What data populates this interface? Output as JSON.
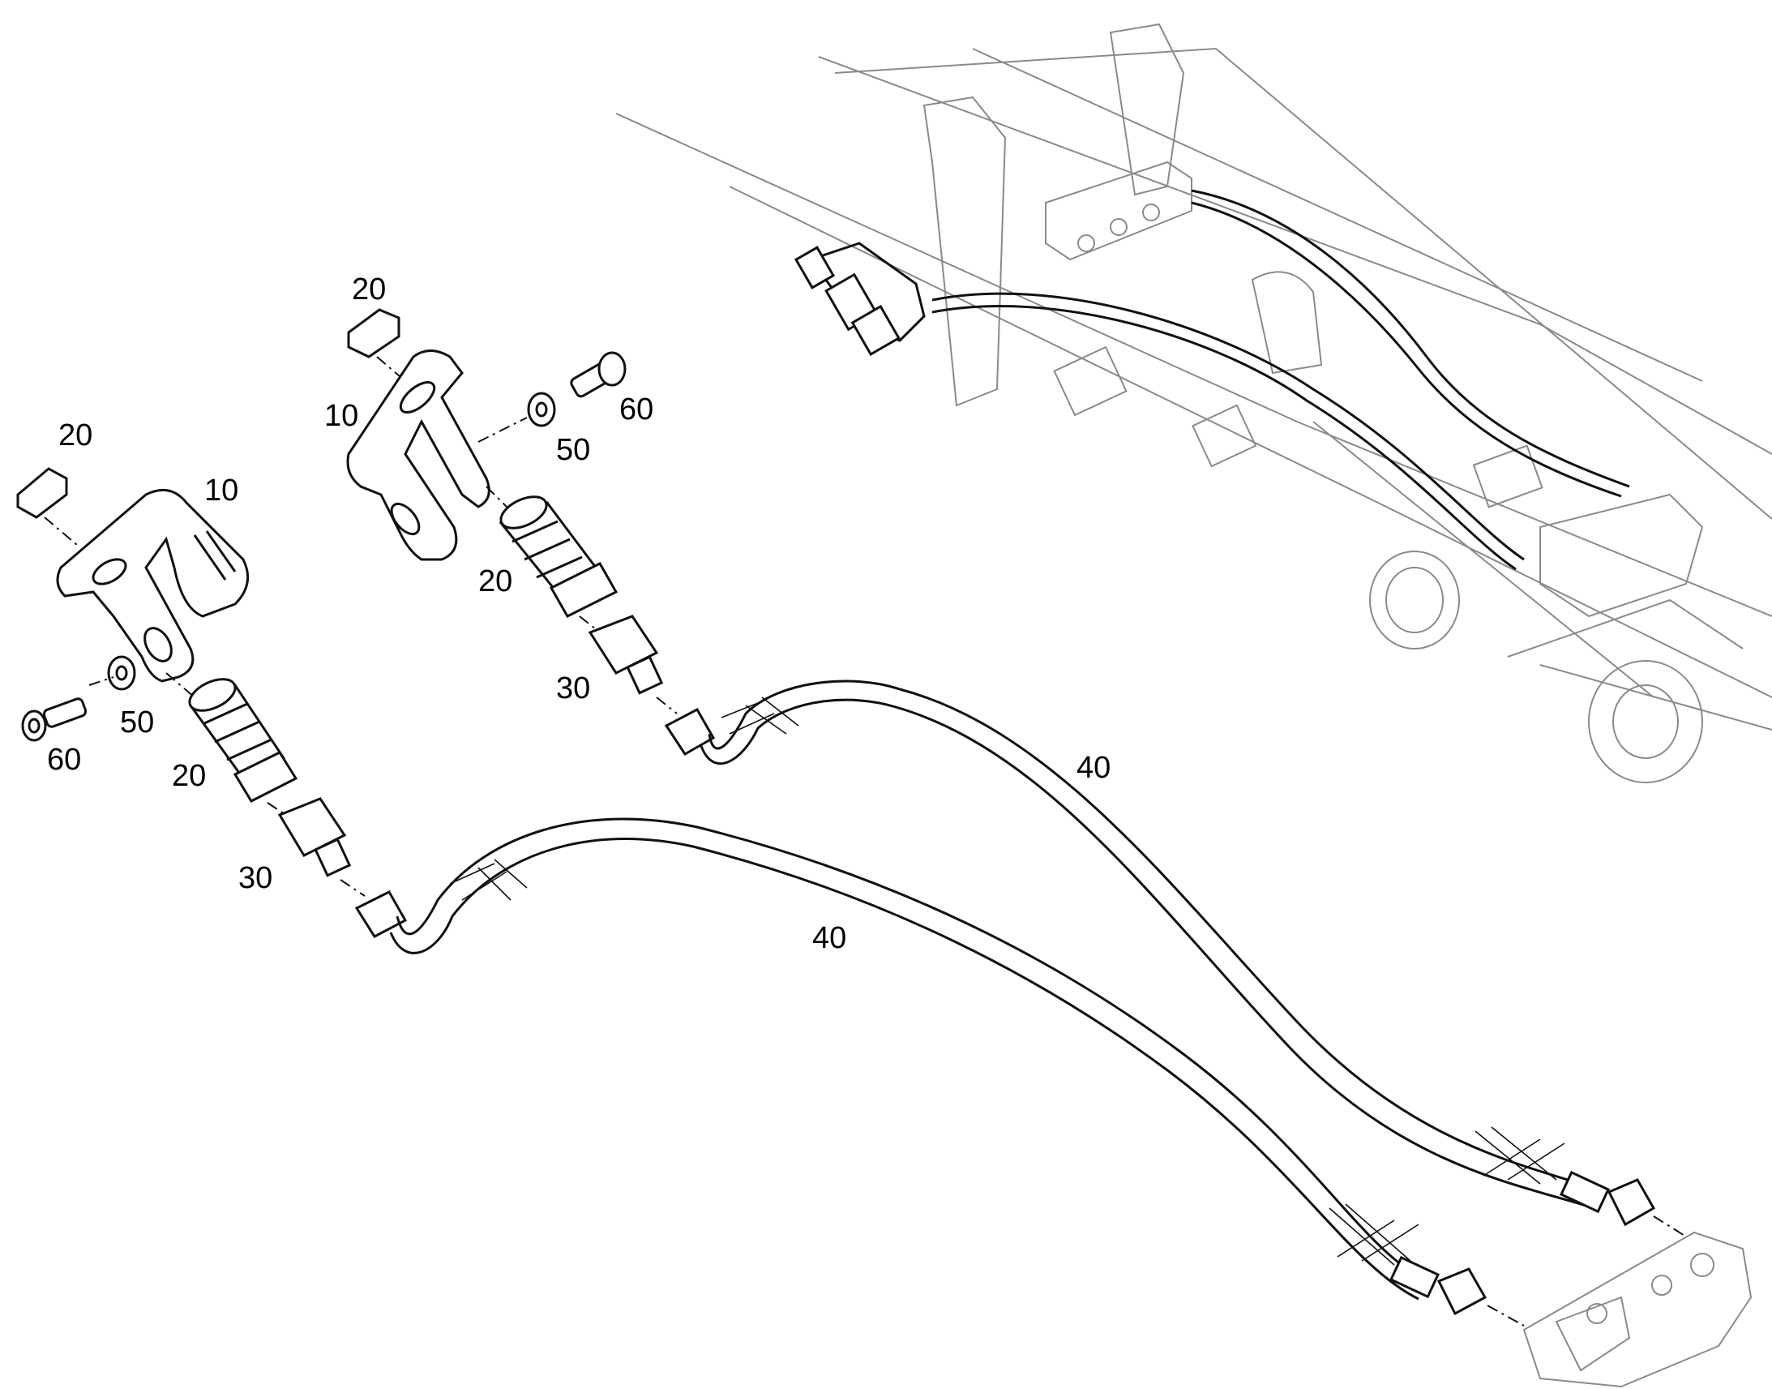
{
  "colors": {
    "ink": "#111111",
    "assembly": "#8a8a8a",
    "background": "#ffffff"
  },
  "callouts": [
    {
      "id": "c20a",
      "label": "20"
    },
    {
      "id": "c10a",
      "label": "10"
    },
    {
      "id": "c60a",
      "label": "60"
    },
    {
      "id": "c50a",
      "label": "50"
    },
    {
      "id": "c20b",
      "label": "20"
    },
    {
      "id": "c30a",
      "label": "30"
    },
    {
      "id": "c20c",
      "label": "20"
    },
    {
      "id": "c10b",
      "label": "10"
    },
    {
      "id": "c50b",
      "label": "50"
    },
    {
      "id": "c60b",
      "label": "60"
    },
    {
      "id": "c20d",
      "label": "20"
    },
    {
      "id": "c30b",
      "label": "30"
    },
    {
      "id": "c40a",
      "label": "40"
    },
    {
      "id": "c40b",
      "label": "40"
    }
  ]
}
